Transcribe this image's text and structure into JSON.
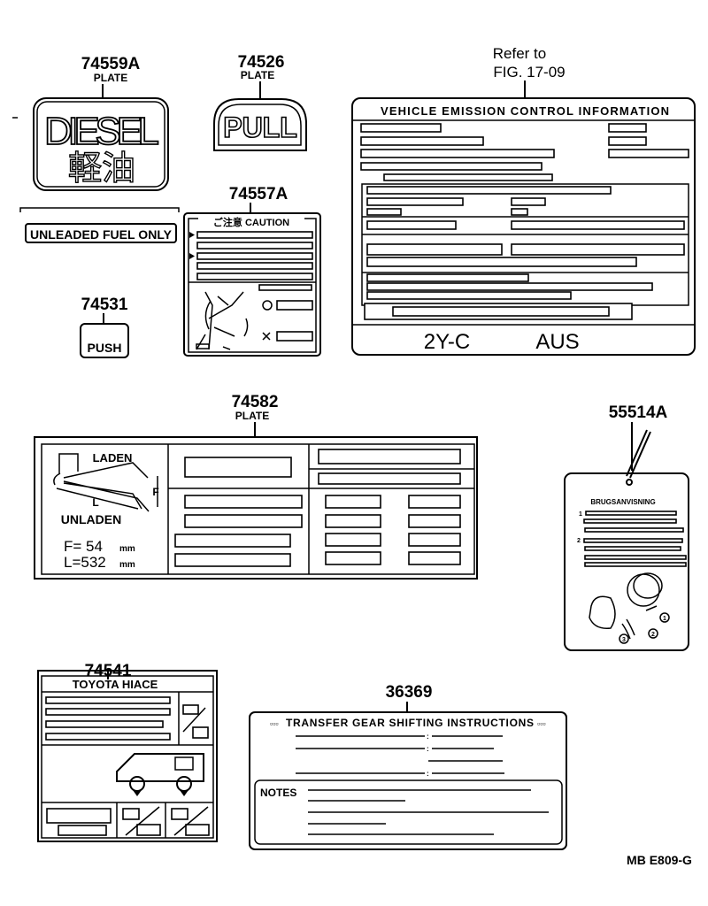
{
  "parts": {
    "diesel_plate": {
      "number": "74559A",
      "label": "PLATE",
      "text": "DIESEL",
      "kanji": "軽油"
    },
    "unleaded": {
      "text": "UNLEADED FUEL ONLY"
    },
    "pull_plate": {
      "number": "74526",
      "label": "PLATE",
      "text": "PULL"
    },
    "caution_label": {
      "number": "74557A",
      "header": "ご注意  CAUTION"
    },
    "push_label": {
      "number": "74531",
      "text": "PUSH"
    },
    "emission_label": {
      "refer": "Refer to",
      "fig": "FIG. 17-09",
      "title": "VEHICLE  EMISSION  CONTROL  INFORMATION",
      "engine": "2Y-C",
      "market": "AUS"
    },
    "tire_plate": {
      "number": "74582",
      "label": "PLATE",
      "laden": "LADEN",
      "unladen": "UNLADEN",
      "f_symbol": "F",
      "l_symbol": "L",
      "f_value": "F=  54",
      "l_value": "L=532",
      "unit": "mm"
    },
    "tag": {
      "number": "55514A",
      "title": "BRUGSANVISNING",
      "step1": "1",
      "step2": "2",
      "c1": "1",
      "c2": "2",
      "c3": "3"
    },
    "hiace_label": {
      "number": "74541",
      "title": "TOYOTA  HIACE"
    },
    "transfer_label": {
      "number": "36369",
      "title": "TRANSFER GEAR SHIFTING INSTRUCTIONS",
      "notes": "NOTES"
    }
  },
  "footer": {
    "code": "MB  E809-G"
  }
}
